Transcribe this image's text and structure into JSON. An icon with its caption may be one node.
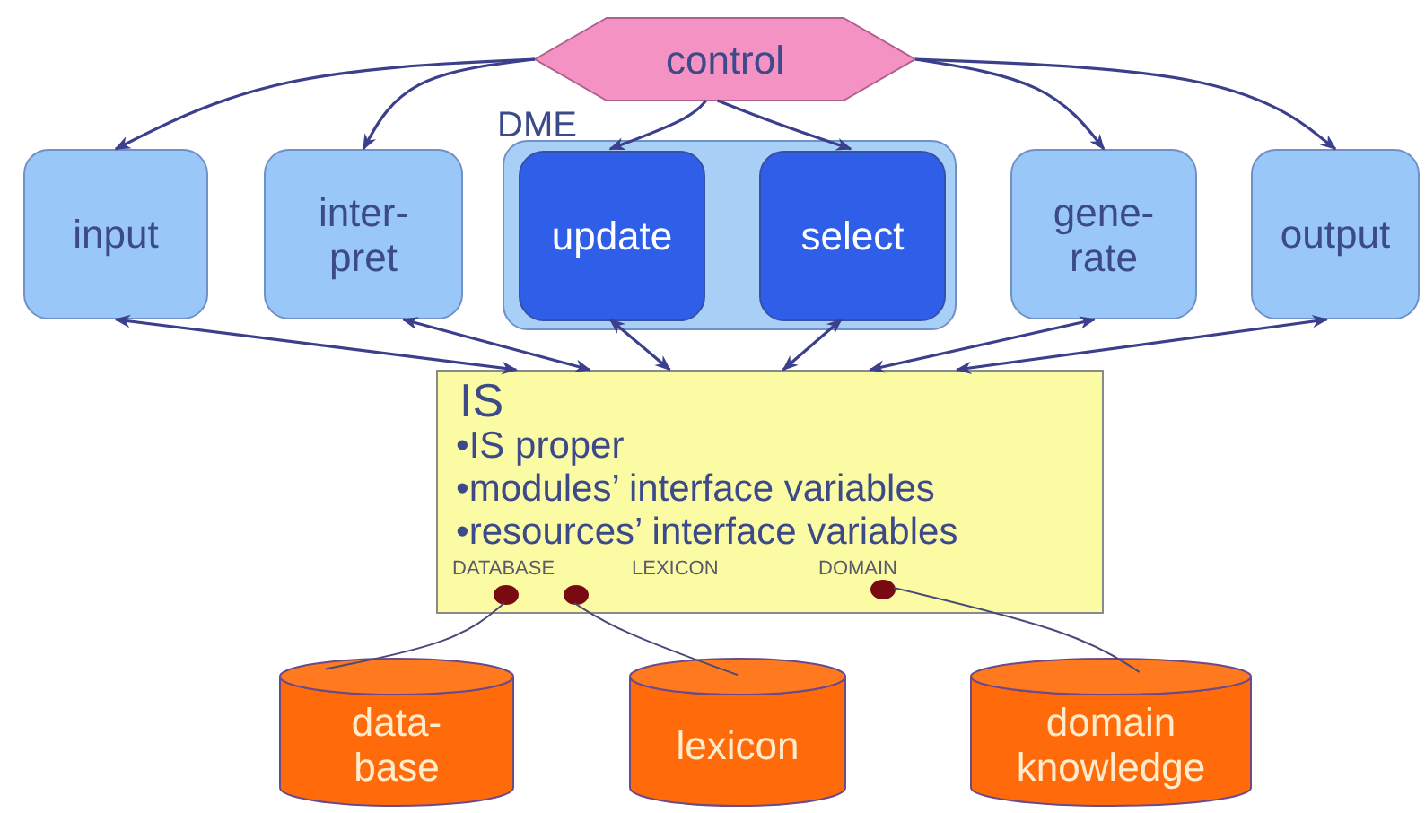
{
  "diagram": {
    "nodes": [
      {
        "text": [
          "control"
        ]
      },
      {
        "text": [
          "input"
        ]
      },
      {
        "text": [
          "inter- pret"
        ]
      },
      {
        "text": [
          "DME"
        ]
      },
      {
        "text": [
          "update"
        ],
        "in": 3
      },
      {
        "text": [
          "select"
        ],
        "in": 3
      },
      {
        "text": [
          "gene- rate"
        ]
      },
      {
        "text": [
          "output"
        ]
      },
      {
        "text": [
          "IS",
          "•IS proper",
          "•modules’ interface variables",
          "•resources’ interface variables",
          "DATABASE",
          "LEXICON",
          "DOMAIN"
        ]
      },
      {
        "text": [],
        "shape": "circle",
        "in": 8
      },
      {
        "text": [],
        "shape": "circle",
        "in": 8
      },
      {
        "text": [],
        "shape": "circle",
        "in": 8
      },
      {
        "text": [
          "data- base"
        ]
      },
      {
        "text": [
          "lexicon"
        ]
      },
      {
        "text": [
          "domain knowledge"
        ]
      }
    ],
    "edges": [
      {
        "from": 0,
        "to": 1,
        "arrow": "to"
      },
      {
        "from": 0,
        "to": 2,
        "arrow": "to"
      },
      {
        "from": 0,
        "to": 4,
        "arrow": "to"
      },
      {
        "from": 0,
        "to": 5,
        "arrow": "to"
      },
      {
        "from": 0,
        "to": 6,
        "arrow": "to"
      },
      {
        "from": 0,
        "to": 7,
        "arrow": "to"
      },
      {
        "from": 1,
        "to": 8,
        "arrow": "both"
      },
      {
        "from": 2,
        "to": 8,
        "arrow": "both"
      },
      {
        "from": 4,
        "to": 8,
        "arrow": "both"
      },
      {
        "from": 5,
        "to": 8,
        "arrow": "both"
      },
      {
        "from": 6,
        "to": 8,
        "arrow": "both"
      },
      {
        "from": 7,
        "to": 8,
        "arrow": "both"
      },
      {
        "from": 9,
        "to": 12,
        "arrow": "none"
      },
      {
        "from": 10,
        "to": 13,
        "arrow": "none"
      },
      {
        "from": 11,
        "to": 14,
        "arrow": "none"
      }
    ]
  }
}
